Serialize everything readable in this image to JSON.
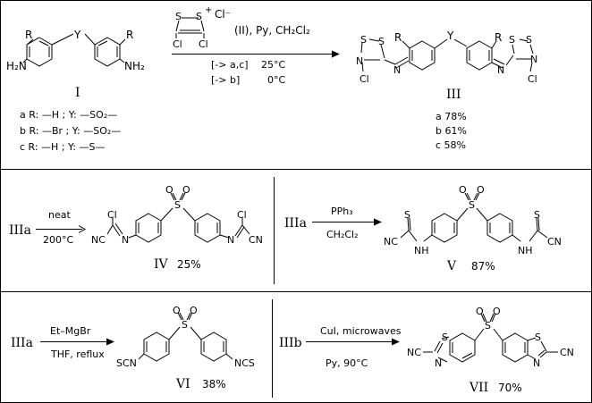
{
  "reagent_top": {
    "ring_s1": "S",
    "ring_s2": "S",
    "plus": "+",
    "counter_ion": "Cl⁻",
    "cl_left": "Cl",
    "cl_right": "Cl",
    "conditions": "(II), Py, CH₂Cl₂",
    "cond_ac": "[-> a,c]",
    "temp_ac": "25°C",
    "cond_b": "[-> b]",
    "temp_b": "0°C"
  },
  "compound_I": {
    "label": "I",
    "r_left": "R",
    "r_right": "R",
    "y": "Y",
    "nh2_left": "H₂N",
    "nh2_right": "NH₂",
    "variant_a": "a R: —H ; Y: —SO₂—",
    "variant_b": "b R: —Br ; Y: —SO₂—",
    "variant_c": "c R: —H ; Y: —S—"
  },
  "compound_III": {
    "label": "III",
    "r_left": "R",
    "r_right": "R",
    "y": "Y",
    "yield_a": "a 78%",
    "yield_b": "b 61%",
    "yield_c": "c 58%",
    "atoms_left": {
      "s1": "S",
      "s2": "S",
      "n": "N",
      "n_imine": "N",
      "cl": "Cl"
    },
    "atoms_right": {
      "s1": "S",
      "s2": "S",
      "n": "N",
      "n_imine": "N",
      "cl": "Cl"
    }
  },
  "reaction_IV": {
    "start": "IIIa",
    "reagent": "neat",
    "temp": "200°C",
    "label": "IV",
    "yield": "25%",
    "atoms": {
      "cl_left": "Cl",
      "cl_right": "Cl",
      "nc_left": "NC",
      "cn_right": "CN",
      "n_left": "N",
      "n_right": "N",
      "s": "S",
      "o1": "O",
      "o2": "O"
    }
  },
  "reaction_V": {
    "start": "IIIa",
    "reagent": "PPh₃",
    "solvent": "CH₂Cl₂",
    "label": "V",
    "yield": "87%",
    "atoms": {
      "s_left": "S",
      "s_right": "S",
      "nc_left": "NC",
      "cn_right": "CN",
      "nh_left": "NH",
      "nh_right": "NH",
      "s": "S",
      "o1": "O",
      "o2": "O"
    }
  },
  "reaction_VI": {
    "start": "IIIa",
    "reagent": "Et–MgBr",
    "conditions": "THF, reflux",
    "label": "VI",
    "yield": "38%",
    "atoms": {
      "scn_left": "SCN",
      "ncs_right": "NCS",
      "s": "S",
      "o1": "O",
      "o2": "O"
    }
  },
  "reaction_VII": {
    "start": "IIIb",
    "reagent": "CuI, microwaves",
    "conditions": "Py, 90°C",
    "label": "VII",
    "yield": "70%",
    "atoms": {
      "nc_left": "NC",
      "cn_right": "CN",
      "s_left": "S",
      "n_left": "N",
      "s_right": "S",
      "n_right": "N",
      "s": "S",
      "o1": "O",
      "o2": "O"
    }
  }
}
